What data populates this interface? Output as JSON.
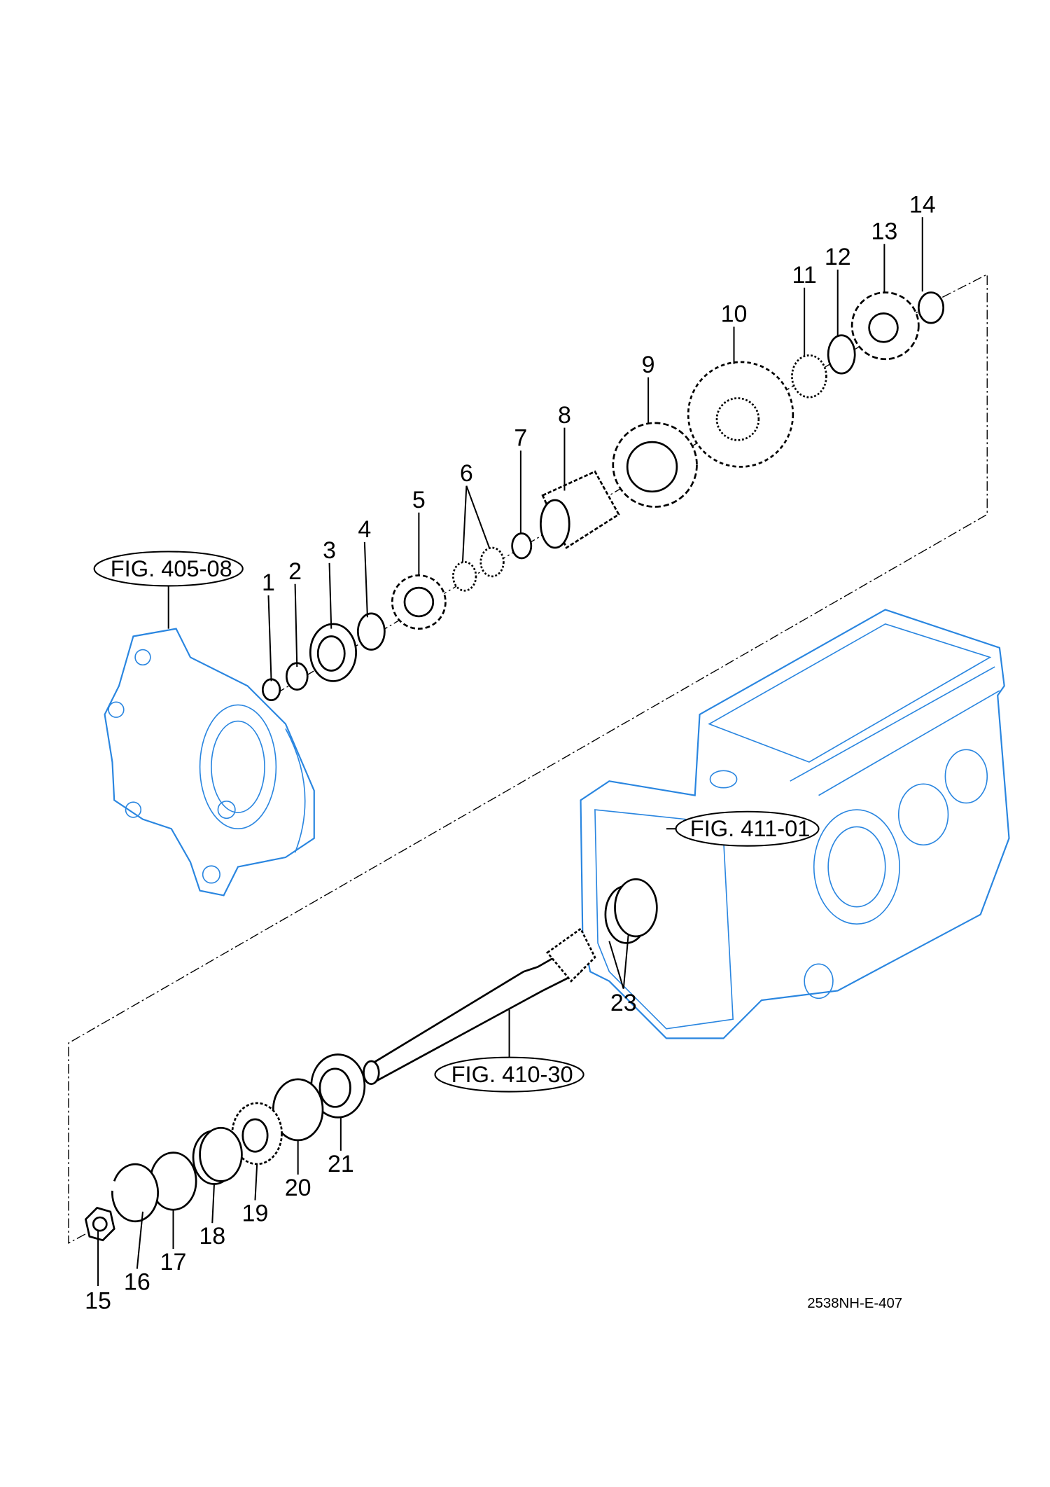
{
  "diagram": {
    "drawing_code": "2538NH-E-407",
    "figure_refs": [
      "FIG. 405-08",
      "FIG. 411-01",
      "FIG. 410-30"
    ],
    "callouts": [
      "1",
      "2",
      "3",
      "4",
      "5",
      "6",
      "7",
      "8",
      "9",
      "10",
      "11",
      "12",
      "13",
      "14",
      "15",
      "16",
      "17",
      "18",
      "19",
      "20",
      "21",
      "23"
    ],
    "colors": {
      "housing": "#2a86e0",
      "parts": "#000000"
    }
  }
}
